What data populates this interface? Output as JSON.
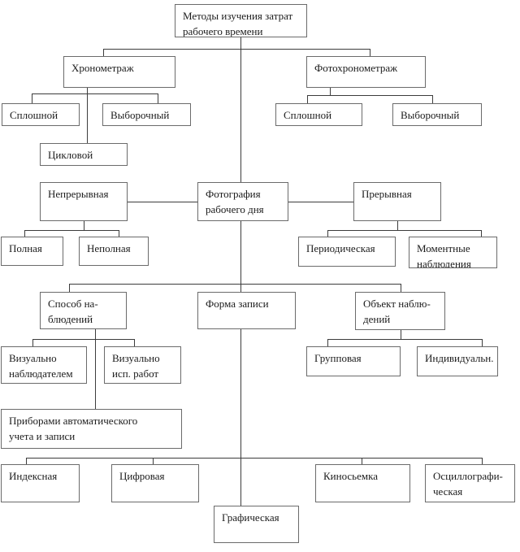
{
  "diagram": {
    "type": "hierarchy-flowchart",
    "language": "ru",
    "root_label": "Методы изучения затрат рабочего времени"
  },
  "colors": {
    "background": "#ffffff",
    "box_border": "#6b6b6b",
    "connector_line": "#3c3c3c",
    "text": "#1c1c1c"
  },
  "nodes": {
    "root": {
      "label": "Методы изучения затрат\nрабочего времени"
    },
    "chronometry": {
      "label": "Хронометраж"
    },
    "photochronometry": {
      "label": "Фотохронометраж"
    },
    "chrono_continuous": {
      "label": "Сплошной"
    },
    "chrono_selective": {
      "label": "Выборочный"
    },
    "chrono_cyclic": {
      "label": "Цикловой"
    },
    "photo_continuous": {
      "label": "Сплошной"
    },
    "photo_selective": {
      "label": "Выборочный"
    },
    "continuous": {
      "label": "Непрерывная"
    },
    "workday_photo": {
      "label": "Фотография\nрабочего дня"
    },
    "intermittent": {
      "label": "Прерывная"
    },
    "full": {
      "label": "Полная"
    },
    "partial": {
      "label": "Неполная"
    },
    "periodic": {
      "label": "Периодическая"
    },
    "momentary": {
      "label": "Моментные\nнаблюдения"
    },
    "observation_method": {
      "label": "Способ на-\nблюдений"
    },
    "record_form": {
      "label": "Форма записи"
    },
    "observation_object": {
      "label": "Объект наблю-\nдений"
    },
    "visual_observer": {
      "label": "Визуально\nнаблюдателем"
    },
    "visual_performer": {
      "label": "Визуально\nисп. работ"
    },
    "automatic_devices": {
      "label": "Приборами автоматического\nучета и записи"
    },
    "group_object": {
      "label": "Групповая"
    },
    "individual_object": {
      "label": "Индивидуальн."
    },
    "index_form": {
      "label": "Индексная"
    },
    "digital_form": {
      "label": "Цифровая"
    },
    "film_form": {
      "label": "Киносьемка"
    },
    "oscillographic_form": {
      "label": "Осциллографи-\nческая"
    },
    "graphic_form": {
      "label": "Графическая"
    }
  },
  "edges": [
    [
      "root",
      "chronometry"
    ],
    [
      "root",
      "photochronometry"
    ],
    [
      "root",
      "workday_photo"
    ],
    [
      "chronometry",
      "chrono_continuous"
    ],
    [
      "chronometry",
      "chrono_selective"
    ],
    [
      "chronometry",
      "chrono_cyclic"
    ],
    [
      "photochronometry",
      "photo_continuous"
    ],
    [
      "photochronometry",
      "photo_selective"
    ],
    [
      "workday_photo",
      "continuous"
    ],
    [
      "workday_photo",
      "intermittent"
    ],
    [
      "continuous",
      "full"
    ],
    [
      "continuous",
      "partial"
    ],
    [
      "intermittent",
      "periodic"
    ],
    [
      "intermittent",
      "momentary"
    ],
    [
      "workday_photo",
      "observation_method"
    ],
    [
      "workday_photo",
      "record_form"
    ],
    [
      "workday_photo",
      "observation_object"
    ],
    [
      "observation_method",
      "visual_observer"
    ],
    [
      "observation_method",
      "visual_performer"
    ],
    [
      "observation_method",
      "automatic_devices"
    ],
    [
      "observation_object",
      "group_object"
    ],
    [
      "observation_object",
      "individual_object"
    ],
    [
      "record_form",
      "index_form"
    ],
    [
      "record_form",
      "digital_form"
    ],
    [
      "record_form",
      "film_form"
    ],
    [
      "record_form",
      "oscillographic_form"
    ],
    [
      "record_form",
      "graphic_form"
    ]
  ]
}
